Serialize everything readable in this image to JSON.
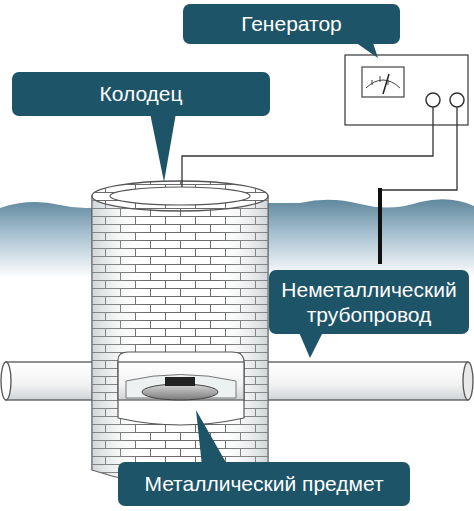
{
  "diagram": {
    "nodes": [
      {
        "text": [
          "Генератор"
        ]
      },
      {
        "text": [
          "Колодец"
        ]
      },
      {
        "text": [
          "Неметаллический трубопровод"
        ]
      },
      {
        "text": [
          "Металлический предмет"
        ]
      }
    ]
  }
}
